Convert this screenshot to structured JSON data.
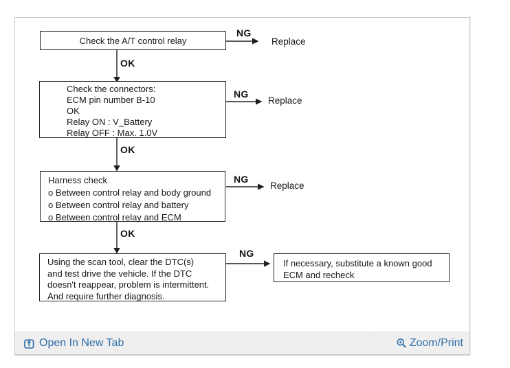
{
  "panel": {
    "flowchart": {
      "labels": {
        "ng": "NG",
        "ok": "OK",
        "replace": "Replace"
      },
      "step1": {
        "text": "Check the A/T control relay"
      },
      "step2": {
        "lines": [
          "Check the connectors:",
          "ECM pin number B-10",
          "OK",
          "Relay ON : V_Battery",
          "Relay OFF : Max. 1.0V"
        ]
      },
      "step3": {
        "lines": [
          "Harness check",
          "o Between control relay and body ground",
          "o Between control relay and battery",
          "o Between control relay and ECM"
        ]
      },
      "step4": {
        "lines": [
          "Using the scan tool, clear the DTC(s)",
          "and test drive the vehicle. If the DTC",
          "doesn't reappear, problem is intermittent.",
          "And require further diagnosis."
        ]
      },
      "result_box": {
        "lines": [
          "If necessary, substitute a known good",
          "ECM and recheck"
        ]
      }
    },
    "footer": {
      "open_in_new_tab_label": "Open In New Tab",
      "zoom_print_label": "Zoom/Print",
      "link_color": "#2e6da8"
    }
  }
}
